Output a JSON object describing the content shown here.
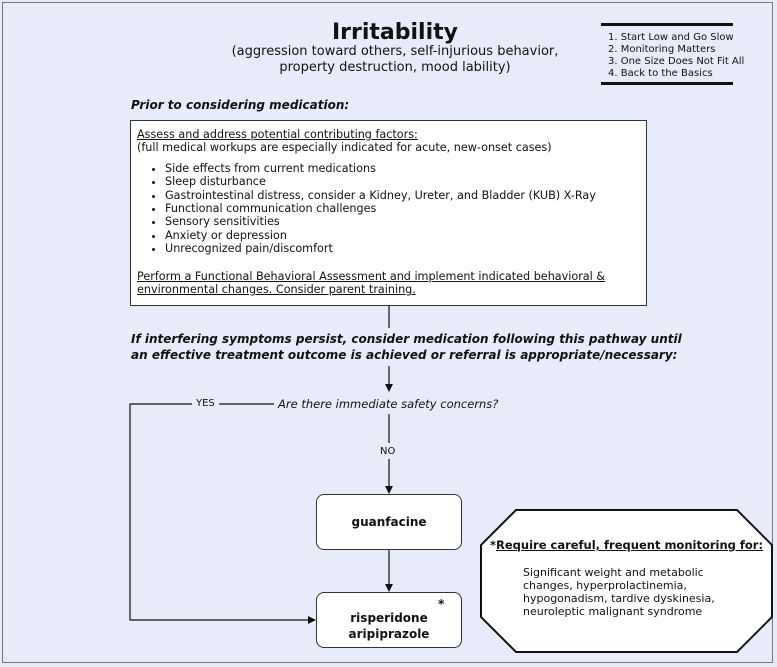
{
  "title": "Irritability",
  "subtitle_line1": "(aggression toward others, self-injurious behavior,",
  "subtitle_line2": "property destruction, mood lability)",
  "principles": [
    "1. Start Low and Go Slow",
    "2. Monitoring Matters",
    "3. One Size Does Not Fit All",
    "4. Back to the Basics"
  ],
  "prior_heading": "Prior to considering medication:",
  "factors": {
    "heading": "Assess and address potential contributing factors:",
    "note": "(full medical workups are especially indicated for acute, new-onset cases)",
    "items": [
      "Side effects from current medications",
      "Sleep disturbance",
      "Gastrointestinal distress, consider a Kidney, Ureter, and Bladder (KUB) X-Ray",
      "Functional communication challenges",
      "Sensory sensitivities",
      "Anxiety or depression",
      "Unrecognized pain/discomfort"
    ],
    "fba_line1": "Perform a Functional Behavioral Assessment and implement indicated behavioral &",
    "fba_line2": "environmental changes. Consider parent training."
  },
  "persist_line1": "If interfering symptoms persist, consider medication following this pathway until",
  "persist_line2": "an effective treatment outcome is achieved or referral is appropriate/necessary:",
  "question": "Are there immediate safety concerns?",
  "yes_label": "YES",
  "no_label": "NO",
  "drug1": "guanfacine",
  "drug2_line1": "risperidone",
  "drug2_line2": "aripiprazole",
  "asterisk": "*",
  "monitoring": {
    "title_prefix": "*",
    "title": "Require careful, frequent monitoring for:",
    "text": "Significant weight and metabolic changes, hyperprolactinemia, hypogonadism, tardive dyskinesia, neuroleptic malignant syndrome"
  }
}
